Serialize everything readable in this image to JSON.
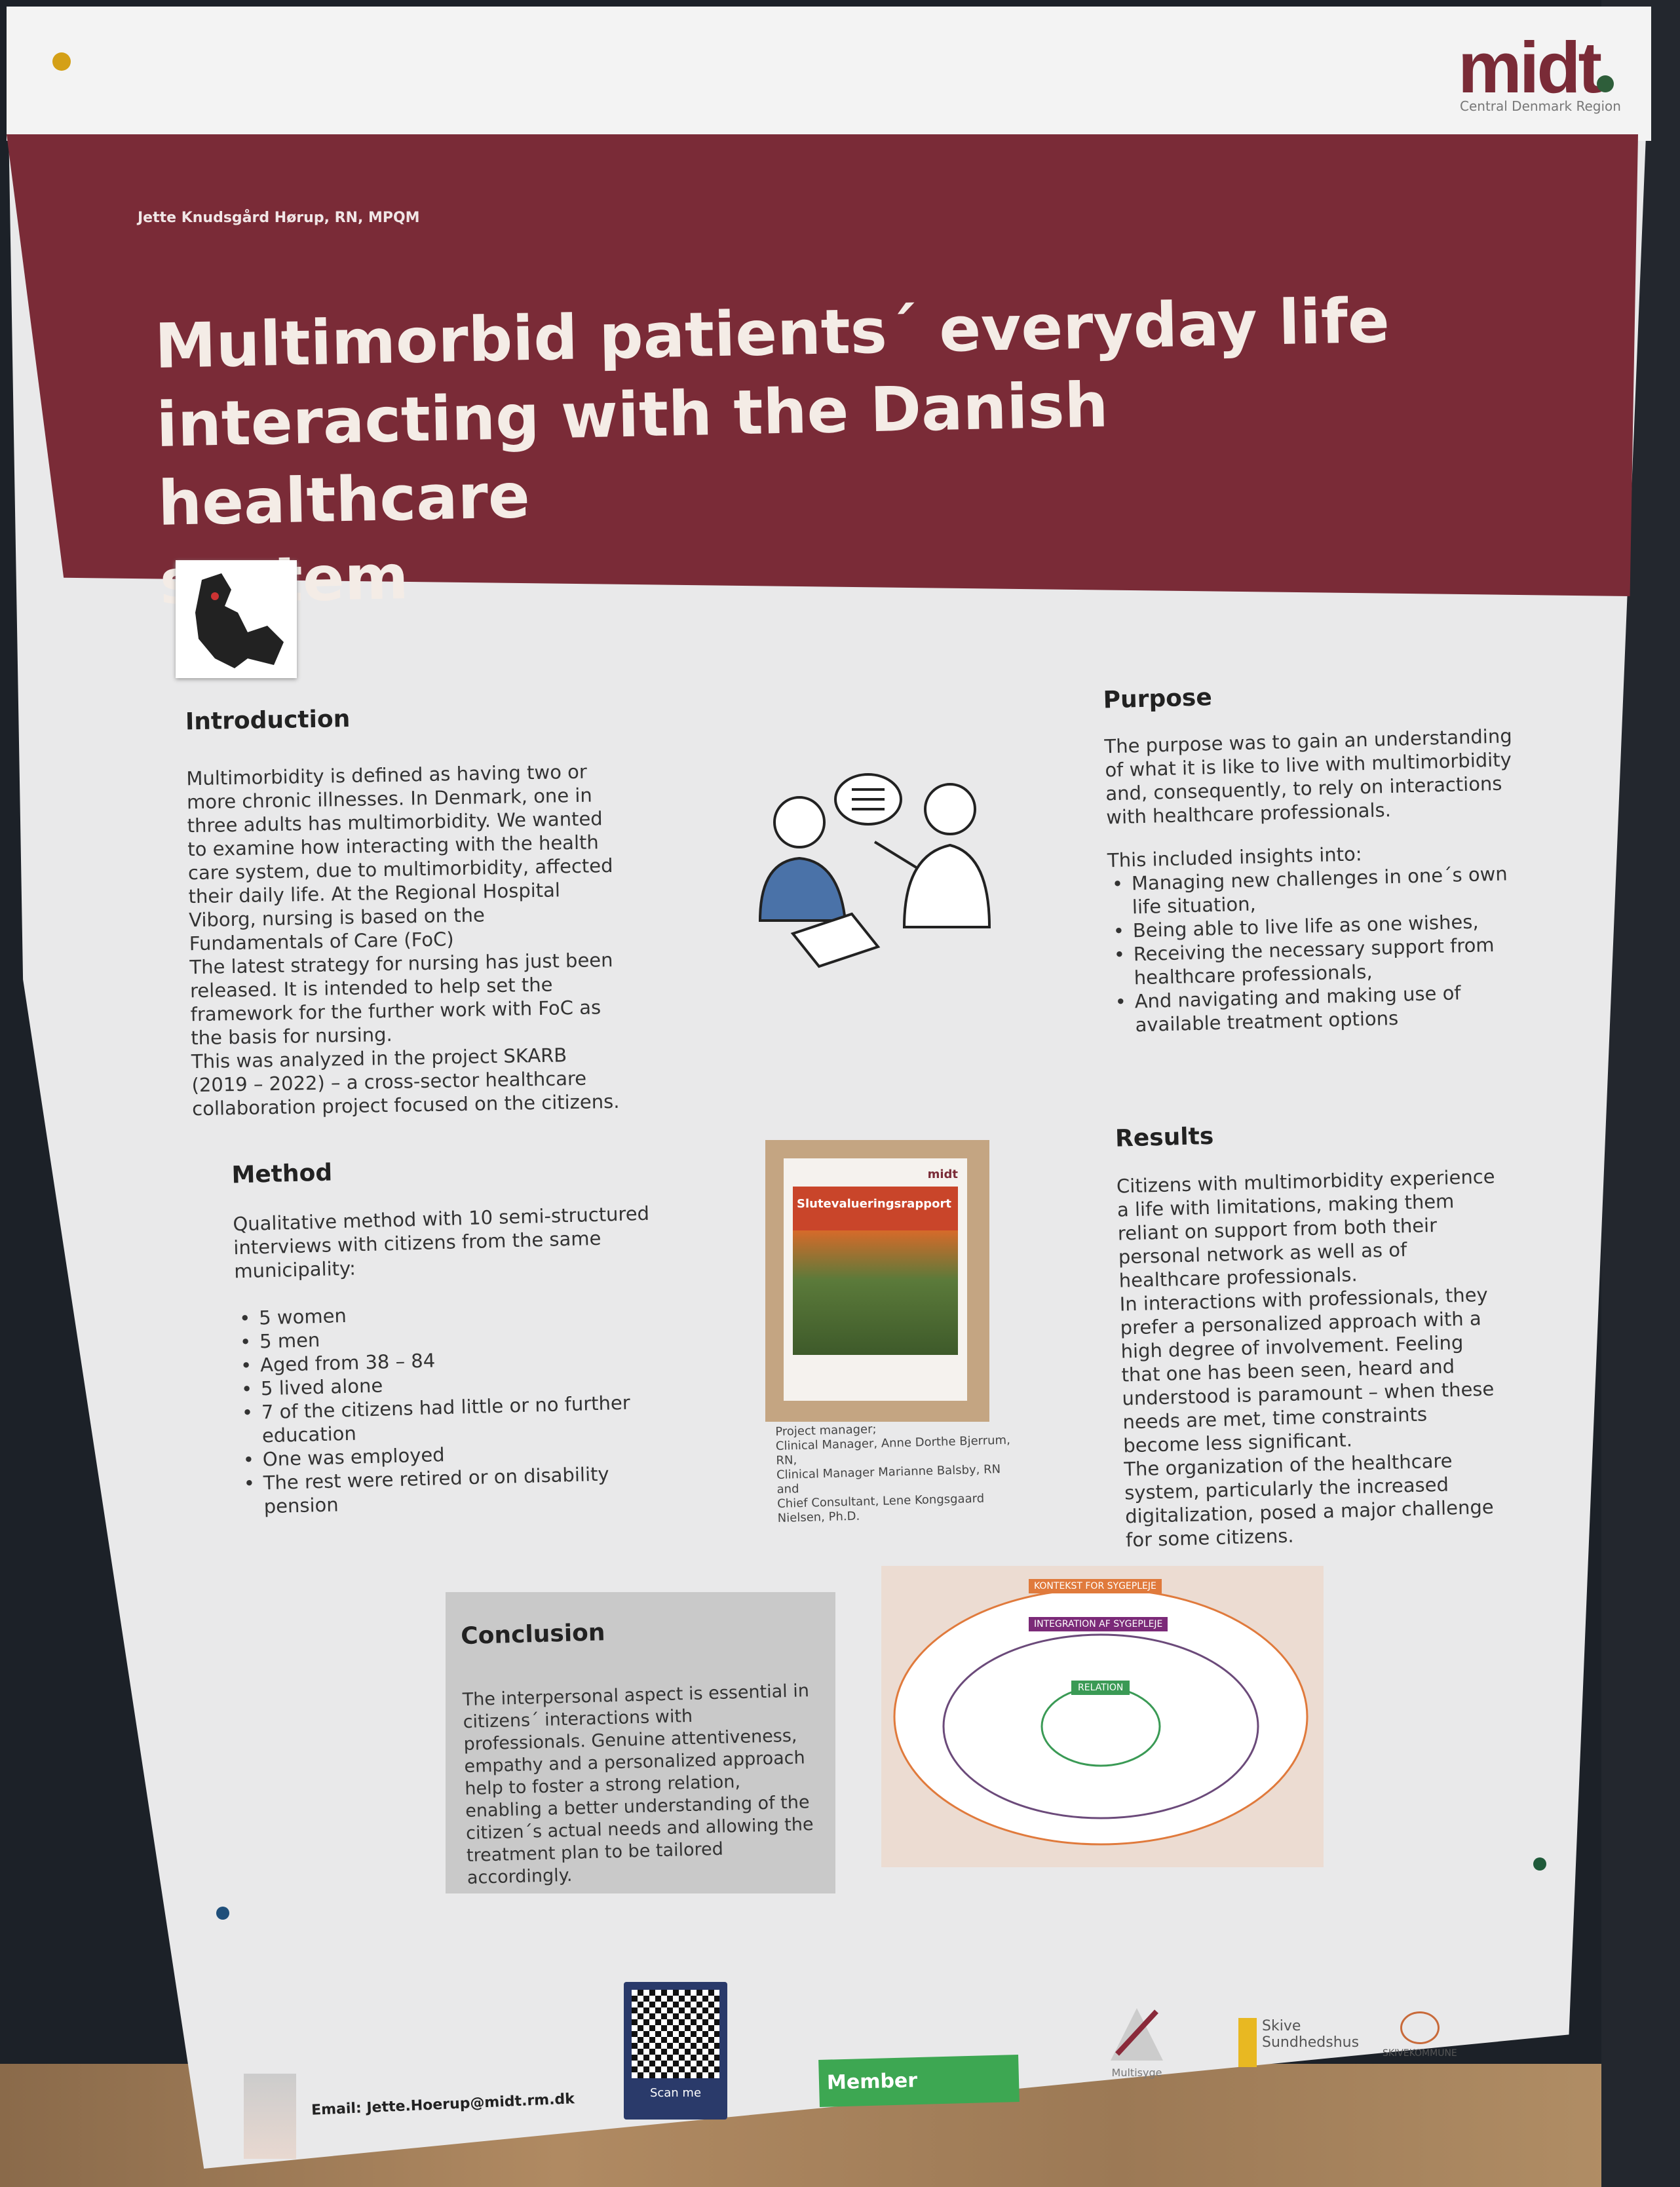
{
  "logo": {
    "brand": "midt",
    "tagline": "Central Denmark Region"
  },
  "author": "Jette Knudsgård Hørup, RN, MPQM",
  "title": [
    "Multimorbid patients´ everyday life",
    "interacting with the Danish healthcare",
    "system"
  ],
  "introduction": {
    "heading": "Introduction",
    "lines": [
      "Multimorbidity is defined as having two or",
      "more chronic illnesses. In Denmark, one in",
      "three adults has multimorbidity. We wanted",
      "to examine how interacting with the health",
      "care system, due to multimorbidity, affected",
      "their daily life. At the Regional Hospital",
      "Viborg, nursing is based on the",
      "Fundamentals of Care (FoC)",
      "The latest strategy for nursing has just been",
      "released. It is intended to help set the",
      "framework for the further work with FoC as",
      "the basis for nursing.",
      "This was analyzed in the project SKARB",
      "(2019 – 2022) – a cross-sector healthcare",
      "collaboration project focused on the citizens."
    ]
  },
  "purpose": {
    "heading": "Purpose",
    "text": "The purpose was to gain an understanding of what it is like to live with multimorbidity and, consequently, to rely on interactions with healthcare professionals.",
    "intro": "This included insights into:",
    "items": [
      "Managing new challenges in one´s own life situation,",
      "Being able to live life as one wishes,",
      "Receiving the necessary support from healthcare professionals,",
      "And navigating and making use of available treatment options"
    ]
  },
  "method": {
    "heading": "Method",
    "text": "Qualitative method with 10 semi-structured interviews with citizens from the same municipality:",
    "items": [
      "5 women",
      "5 men",
      "Aged from 38 – 84",
      "5 lived alone",
      "7 of the citizens had little or no further education",
      "One was employed",
      "The rest were retired or on disability pension"
    ]
  },
  "report": {
    "brand": "midt",
    "title": "Slutevalueringsrapport"
  },
  "caption": [
    "Project manager;",
    "Clinical Manager, Anne Dorthe Bjerrum,",
    "RN,",
    "Clinical Manager Marianne Balsby, RN",
    "and",
    "Chief Consultant, Lene Kongsgaard",
    "Nielsen, Ph.D."
  ],
  "results": {
    "heading": "Results",
    "paragraphs": [
      "Citizens with multimorbidity experience a life with limitations, making them reliant on support from both their personal network as well as of healthcare professionals.",
      "In interactions with professionals, they prefer a personalized approach with a high degree of involvement. Feeling that one has been seen, heard and understood is paramount – when these needs are met, time constraints become less significant.",
      "The organization of the healthcare system, particularly the increased digitalization, posed a major challenge for some citizens."
    ]
  },
  "conclusion": {
    "heading": "Conclusion",
    "text": "The interpersonal aspect is essential in citizens´ interactions with professionals. Genuine attentiveness, empathy and a personalized approach help to foster a strong relation, enabling a better understanding of the citizen´s actual needs and allowing the treatment plan to be tailored accordingly."
  },
  "diagram": {
    "outer": "KONTEKST FOR SYGEPLEJE",
    "middle": "INTEGRATION AF SYGEPLEJE",
    "inner": "RELATION",
    "colors": {
      "outer": "#e07a3c",
      "middle": "#7b2a78",
      "inner": "#3a9a55"
    }
  },
  "footer": {
    "email": "Email: Jette.Hoerup@midt.rm.dk",
    "qr": "Scan me",
    "member": "Member",
    "logos": [
      "Multisyge",
      "Skive Sundhedshus",
      "SKIVEKOMMUNE"
    ]
  }
}
